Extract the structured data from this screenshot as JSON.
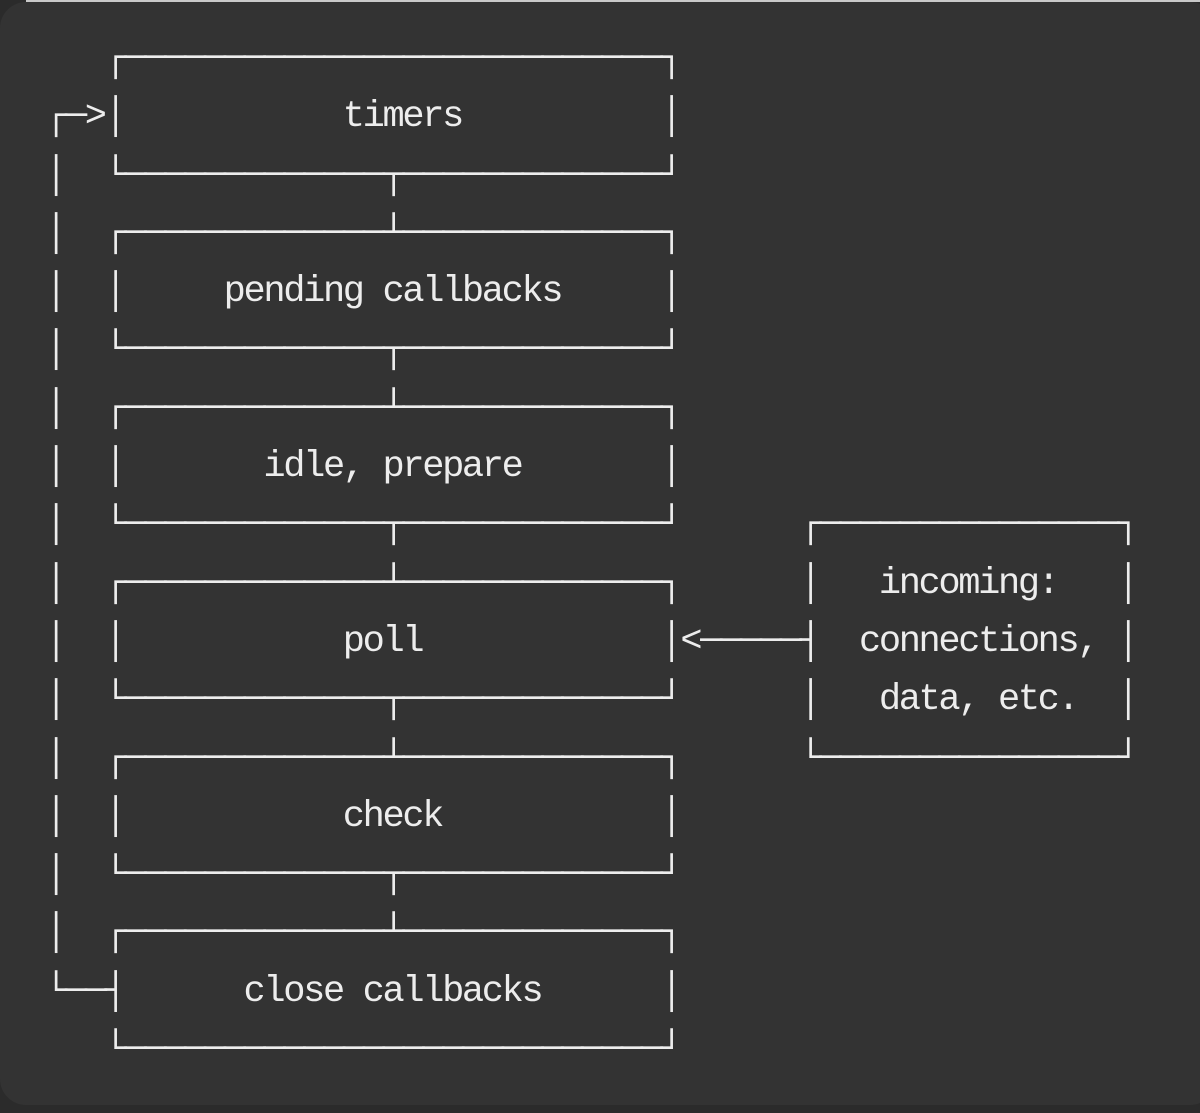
{
  "colors": {
    "page_background": "#2b2b2b",
    "panel_background": "#333333",
    "top_edge_highlight": "#c9c9c9",
    "diagram_lines_and_text": "#ededed"
  },
  "diagram": {
    "phases": [
      "timers",
      "pending callbacks",
      "idle, prepare",
      "poll",
      "check",
      "close callbacks"
    ],
    "incoming_box_lines": [
      "incoming:",
      "connections,",
      "data, etc."
    ],
    "ascii_lines": [
      "   ┌───────────────────────────┐",
      "┌─>│           timers          │",
      "│  └─────────────┬─────────────┘",
      "│  ┌─────────────┴─────────────┐",
      "│  │     pending callbacks     │",
      "│  └─────────────┬─────────────┘",
      "│  ┌─────────────┴─────────────┐",
      "│  │       idle, prepare       │",
      "│  └─────────────┬─────────────┘      ┌───────────────┐",
      "│  ┌─────────────┴─────────────┐      │   incoming:   │",
      "│  │           poll            │<─────┤  connections, │",
      "│  └─────────────┬─────────────┘      │   data, etc.  │",
      "│  ┌─────────────┴─────────────┐      └───────────────┘",
      "│  │           check           │",
      "│  └─────────────┬─────────────┘",
      "│  ┌─────────────┴─────────────┐",
      "└──┤      close callbacks      │",
      "   └───────────────────────────┘"
    ]
  }
}
